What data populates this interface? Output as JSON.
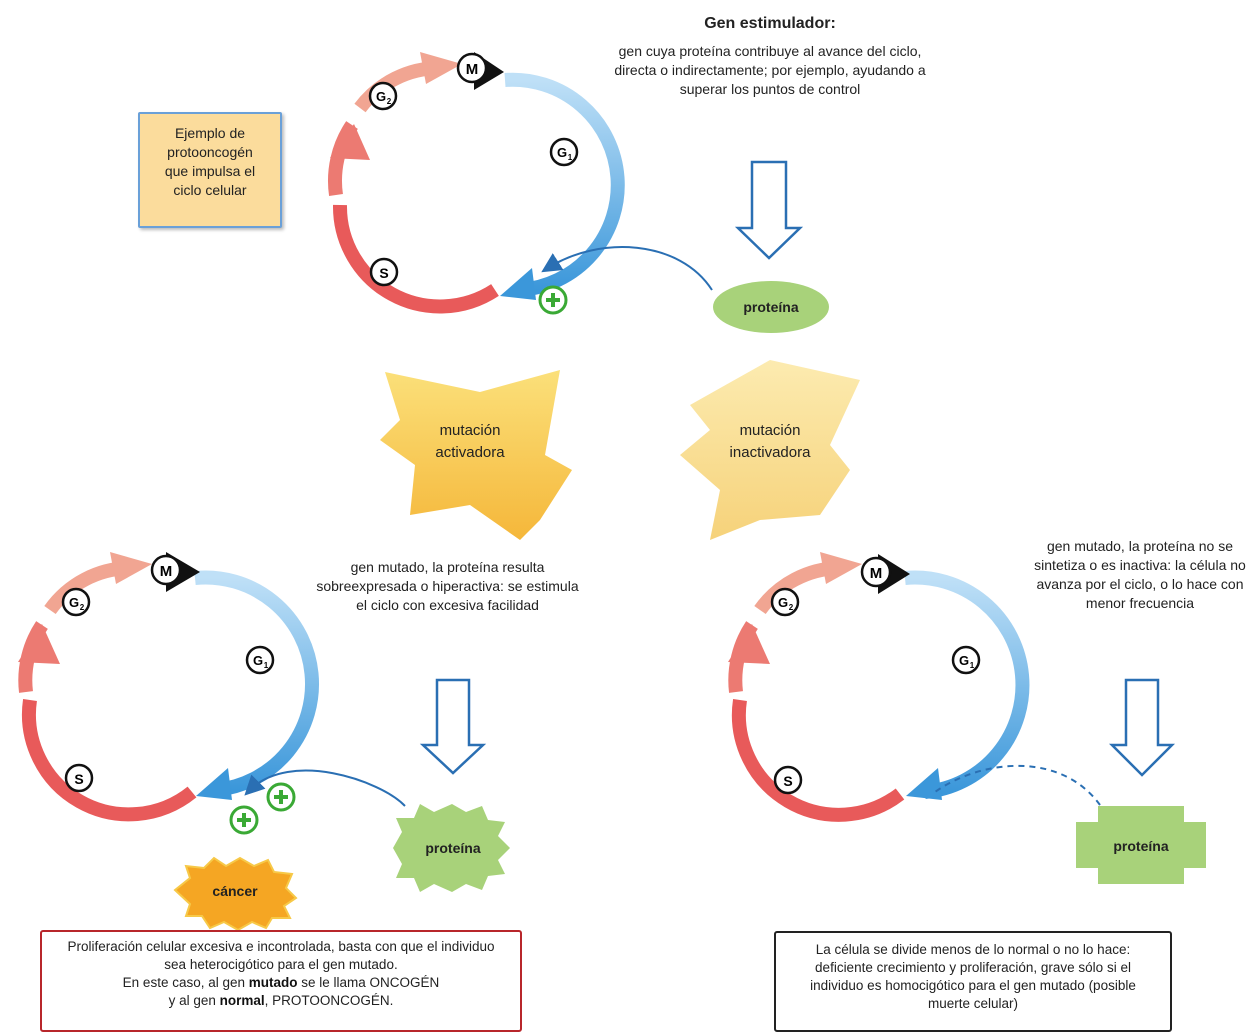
{
  "top": {
    "title": "Gen estimulador:",
    "description": "gen cuya proteína contribuye al avance del ciclo, directa o indirectamente; por ejemplo, ayudando a superar los puntos de control",
    "protein_label": "proteína",
    "example_box": "Ejemplo de protooncogén que impulsa el ciclo celular"
  },
  "phases": {
    "m": "M",
    "g1": "G",
    "g1_sub": "1",
    "g2": "G",
    "g2_sub": "2",
    "s": "S"
  },
  "mutations": {
    "activating": "mutación activadora",
    "inactivating": "mutación inactivadora"
  },
  "left": {
    "description": "gen mutado, la proteína resulta sobreexpresada o hiperactiva: se estimula el ciclo con excesiva facilidad",
    "protein_label": "proteína",
    "cancer_label": "cáncer",
    "result_line1": "Proliferación celular excesiva e incontrolada, basta con que el individuo sea heterocigótico para el gen mutado.",
    "result_line2_a": "En este caso, al gen ",
    "result_line2_b": "mutado",
    "result_line2_c": " se le llama ONCOGÉN",
    "result_line3_a": "y al gen ",
    "result_line3_b": "normal",
    "result_line3_c": ", PROTOONCOGÉN."
  },
  "right": {
    "description": "gen mutado, la proteína no se sintetiza o es inactiva: la célula no avanza por el ciclo, o lo hace con menor frecuencia",
    "protein_label": "proteína",
    "result": "La célula se divide menos de lo normal o no lo hace: deficiente crecimiento y proliferación, grave sólo si el individuo es homocigótico para el gen mutado (posible muerte celular)"
  },
  "colors": {
    "blue_arrow": "#5aa7e0",
    "red_arrow": "#e85a5a",
    "salmon": "#f0a090",
    "protein_green": "#a8d27a",
    "plus_green": "#3aa935",
    "mutation_yellow": "#f7c948",
    "cancer_orange": "#f5a623",
    "box_fill": "#fbdc9c",
    "box_border": "#6aa0d8",
    "result_red_border": "#b8262b"
  }
}
